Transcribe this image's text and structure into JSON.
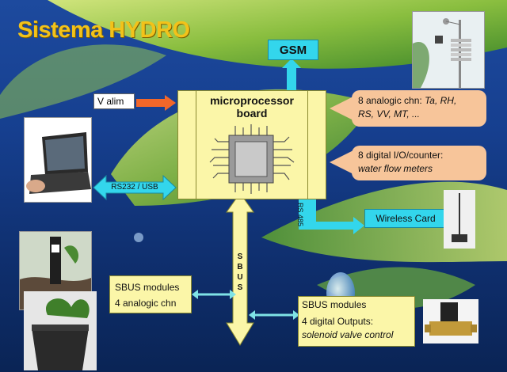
{
  "title": "Sistema HYDRO",
  "board": {
    "label_line1": "microprocessor",
    "label_line2": "board"
  },
  "gsm": {
    "label": "GSM"
  },
  "valim": {
    "label": "V alim"
  },
  "rs232": {
    "label": "RS232 / USB"
  },
  "rs485": {
    "label_line1": "RS",
    "label_line2": "485"
  },
  "wireless": {
    "label": "Wireless Card"
  },
  "analog_bubble": {
    "line1": "8 analogic chn: ",
    "line1_italic": "Ta, RH,",
    "line2_italic": "RS, VV, MT, ..."
  },
  "digital_bubble": {
    "line1": "8 digital I/O/counter:",
    "line2_italic": "water flow meters"
  },
  "sbus_bus": {
    "letters": [
      "S",
      "B",
      "U",
      "S"
    ]
  },
  "sbus_left": {
    "line1": "SBUS modules",
    "line2": "4 analogic chn"
  },
  "sbus_right": {
    "line1": "SBUS modules",
    "line2": "4 digital Outputs:",
    "line3_italic": "solenoid valve control"
  },
  "colors": {
    "title": "#f2c21a",
    "board": "#fbf6a8",
    "cyan": "#33d6ec",
    "orange_arrow": "#f2672a",
    "bubble": "#f7c59a",
    "bus": "#fbf6a8"
  }
}
